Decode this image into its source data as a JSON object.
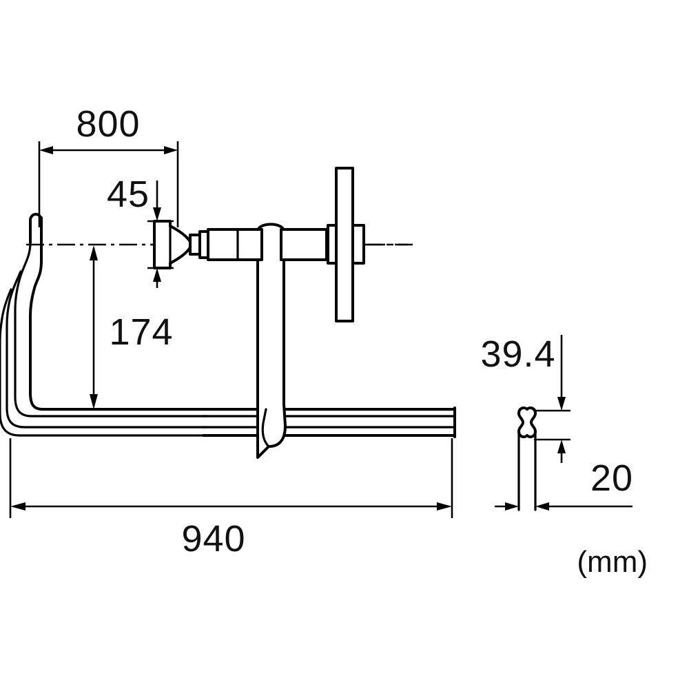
{
  "drawing": {
    "title": "Bar clamp dimensional drawing",
    "unit_label": "(mm)",
    "units": "mm",
    "line_color": "#000000",
    "background_color": "#ffffff"
  },
  "dimensions": {
    "clamping_capacity": "800",
    "pad_diameter": "45",
    "throat_depth": "174",
    "overall_length": "940",
    "rail_height": "39.4",
    "rail_width": "20"
  },
  "views": {
    "side": {
      "name": "side-elevation-view",
      "labels": [
        "800",
        "45",
        "174",
        "940"
      ]
    },
    "section": {
      "name": "rail-cross-section-view",
      "labels": [
        "39.4",
        "20"
      ]
    }
  },
  "parts": {
    "fixed_jaw": "fixed-jaw",
    "rail": "guide-rail",
    "sliding_arm": "sliding-arm",
    "spindle": "screw-spindle",
    "pressure_pad": "swivel-pressure-pad",
    "handle": "tommy-bar-handle",
    "boss": "spindle-boss"
  }
}
